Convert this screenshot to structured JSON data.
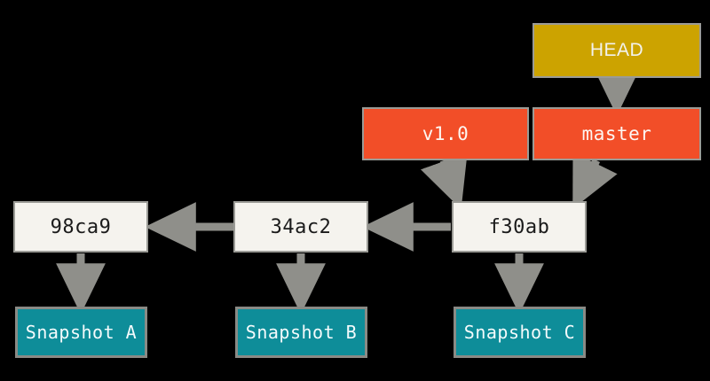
{
  "diagram": {
    "title": "Git branches and snapshots",
    "background_color": "#000000",
    "colors": {
      "head": "#cca300",
      "ref": "#f24e28",
      "commit": "#f5f3ee",
      "snapshot": "#0e8d99",
      "arrow": "#8f8f8a",
      "border": "#9b9b96"
    }
  },
  "head": {
    "label": "HEAD"
  },
  "refs": [
    {
      "label": "v1.0"
    },
    {
      "label": "master"
    }
  ],
  "commits": [
    {
      "label": "98ca9"
    },
    {
      "label": "34ac2"
    },
    {
      "label": "f30ab"
    }
  ],
  "snapshots": [
    {
      "label": "Snapshot A"
    },
    {
      "label": "Snapshot B"
    },
    {
      "label": "Snapshot C"
    }
  ],
  "edges": [
    {
      "name": "head-to-master",
      "from": "HEAD",
      "to": "master"
    },
    {
      "name": "v1.0-to-f30ab",
      "from": "v1.0",
      "to": "f30ab"
    },
    {
      "name": "master-to-f30ab",
      "from": "master",
      "to": "f30ab"
    },
    {
      "name": "f30ab-to-34ac2",
      "from": "f30ab",
      "to": "34ac2"
    },
    {
      "name": "34ac2-to-98ca9",
      "from": "34ac2",
      "to": "98ca9"
    },
    {
      "name": "98ca9-to-snapshot-a",
      "from": "98ca9",
      "to": "Snapshot A"
    },
    {
      "name": "34ac2-to-snapshot-b",
      "from": "34ac2",
      "to": "Snapshot B"
    },
    {
      "name": "f30ab-to-snapshot-c",
      "from": "f30ab",
      "to": "Snapshot C"
    }
  ]
}
